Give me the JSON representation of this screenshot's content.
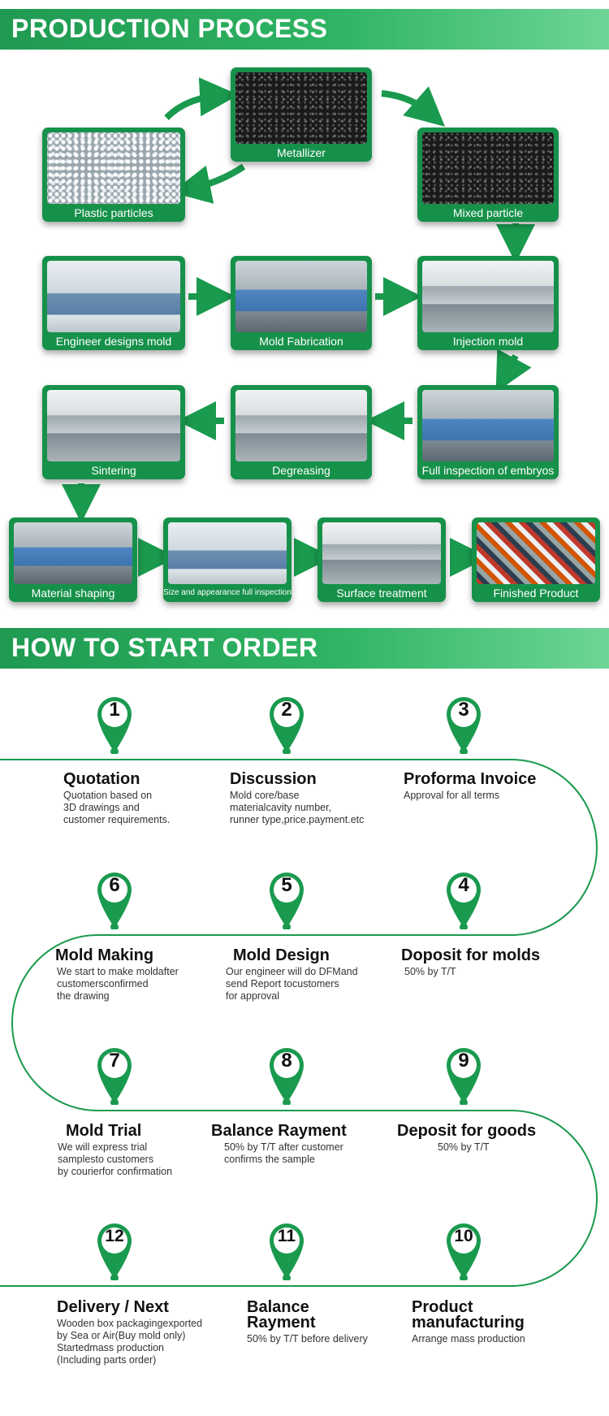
{
  "production": {
    "title": "PRODUCTION PROCESS",
    "steps": [
      {
        "label": "Plastic particles"
      },
      {
        "label": "Metallizer"
      },
      {
        "label": "Mixed particle"
      },
      {
        "label": "Engineer designs mold"
      },
      {
        "label": "Mold Fabrication"
      },
      {
        "label": "Injection mold"
      },
      {
        "label": "Sintering"
      },
      {
        "label": "Degreasing"
      },
      {
        "label": "Full inspection of embryos"
      },
      {
        "label": "Material shaping"
      },
      {
        "label": "Size and appearance full inspection"
      },
      {
        "label": "Surface treatment"
      },
      {
        "label": "Finished Product"
      }
    ]
  },
  "order": {
    "title": "HOW TO START ORDER",
    "steps": [
      {
        "num": "1",
        "title": "Quotation",
        "desc": "Quotation based on\n3D drawings and\ncustomer requirements."
      },
      {
        "num": "2",
        "title": "Discussion",
        "desc": "Mold core/base\nmaterialcavity number,\nrunner type,price.payment.etc"
      },
      {
        "num": "3",
        "title": "Proforma Invoice",
        "desc": "Approval for all terms"
      },
      {
        "num": "4",
        "title": "Doposit for molds",
        "desc": "50% by T/T"
      },
      {
        "num": "5",
        "title": "Mold Design",
        "desc": "Our engineer will do DFMand\nsend Report tocustomers\nfor approval"
      },
      {
        "num": "6",
        "title": "Mold Making",
        "desc": "We start to make moldafter\ncustomersconfirmed\nthe drawing"
      },
      {
        "num": "7",
        "title": "Mold Trial",
        "desc": "We will express trial\nsamplesto customers\nby courierfor confirmation"
      },
      {
        "num": "8",
        "title": "Balance Rayment",
        "desc": "50% by T/T after customer\nconfirms the sample"
      },
      {
        "num": "9",
        "title": "Deposit for goods",
        "desc": "50% by T/T"
      },
      {
        "num": "10",
        "title": "Product\nmanufacturing",
        "desc": "Arrange mass production"
      },
      {
        "num": "11",
        "title": "Balance\nRayment",
        "desc": "50% by T/T before delivery"
      },
      {
        "num": "12",
        "title": "Delivery / Next",
        "desc": "Wooden box packagingexported\nby Sea or Air(Buy mold only)\nStartedmass production\n(Including parts order)"
      }
    ]
  },
  "colors": {
    "accent": "#1f9a52",
    "line": "#1a9a4e"
  }
}
